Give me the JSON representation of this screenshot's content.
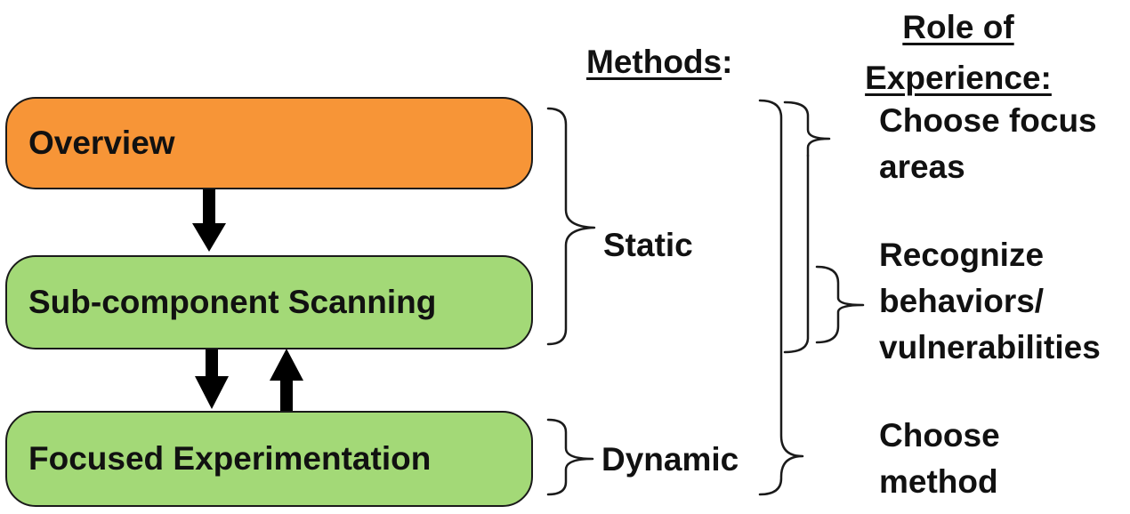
{
  "colors": {
    "overview_fill": "#f79537",
    "green_fill": "#a3d977",
    "stroke": "#1a1a1a"
  },
  "steps": {
    "overview": "Overview",
    "scanning": "Sub-component Scanning",
    "experimentation": "Focused Experimentation"
  },
  "methods": {
    "header": "Methods",
    "header_suffix": ":",
    "static": "Static",
    "dynamic": "Dynamic"
  },
  "role": {
    "header_line1": "Role of",
    "header_line2": "Experience:",
    "focus": [
      "Choose focus",
      "areas"
    ],
    "recognize": [
      "Recognize",
      "behaviors/",
      "vulnerabilities"
    ],
    "method": [
      "Choose",
      "method"
    ]
  }
}
